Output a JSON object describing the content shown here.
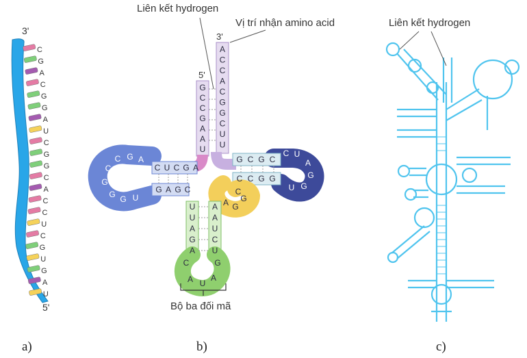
{
  "panel_labels": {
    "a": "a)",
    "b": "b)",
    "c": "c)"
  },
  "panel_a": {
    "end_top": "3'",
    "end_bottom": "5'",
    "bases": [
      "C",
      "G",
      "A",
      "C",
      "G",
      "G",
      "A",
      "U",
      "C",
      "G",
      "G",
      "C",
      "A",
      "C",
      "C",
      "U",
      "C",
      "G",
      "U",
      "G",
      "A",
      "U"
    ]
  },
  "panel_b": {
    "label_hbond": "Liên kết hydrogen",
    "label_amino_site": "Vị trí nhận amino acid",
    "label_anticodon": "Bộ ba đối mã",
    "end_3": "3'",
    "end_5": "5'",
    "acceptor_3": [
      "A",
      "C",
      "C",
      "A",
      "C",
      "G",
      "G",
      "C",
      "U",
      "U"
    ],
    "acceptor_5": [
      "G",
      "C",
      "C",
      "G",
      "A",
      "A",
      "U"
    ],
    "d_arm_top": [
      "C",
      "U",
      "C",
      "G",
      "A"
    ],
    "d_arm_bottom": [
      "G",
      "A",
      "G",
      "C"
    ],
    "d_loop": [
      "A",
      "G",
      "C",
      "C",
      "G",
      "G",
      "G",
      "U"
    ],
    "t_arm_top": [
      "G",
      "C",
      "G",
      "C"
    ],
    "t_arm_bottom": [
      "C",
      "C",
      "G",
      "G"
    ],
    "t_loop": [
      "C",
      "U",
      "A",
      "G",
      "G",
      "U"
    ],
    "variable": [
      "A",
      "G",
      "G",
      "C"
    ],
    "ac_left": [
      "U",
      "U",
      "A",
      "G",
      "A"
    ],
    "ac_right": [
      "A",
      "A",
      "U",
      "C",
      "U"
    ],
    "ac_loop": [
      "C",
      "A",
      "U",
      "A",
      "G"
    ]
  },
  "panel_c": {
    "label_hbond": "Liên kết hydrogen"
  },
  "colors": {
    "backbone_blue": "#29a6e8",
    "base_pink": "#e47ba4",
    "base_green": "#7fcf7a",
    "base_yellow": "#f5d25a",
    "base_purple": "#a45bb0",
    "d_arm": "#6b86d6",
    "acceptor": "#c7b0e0",
    "t_arm": "#3d4a9a",
    "t_stem": "#b8dde6",
    "anticodon": "#8fcf6e",
    "variable": "#f3cf5b",
    "outline_c": "#4fc4ee"
  }
}
